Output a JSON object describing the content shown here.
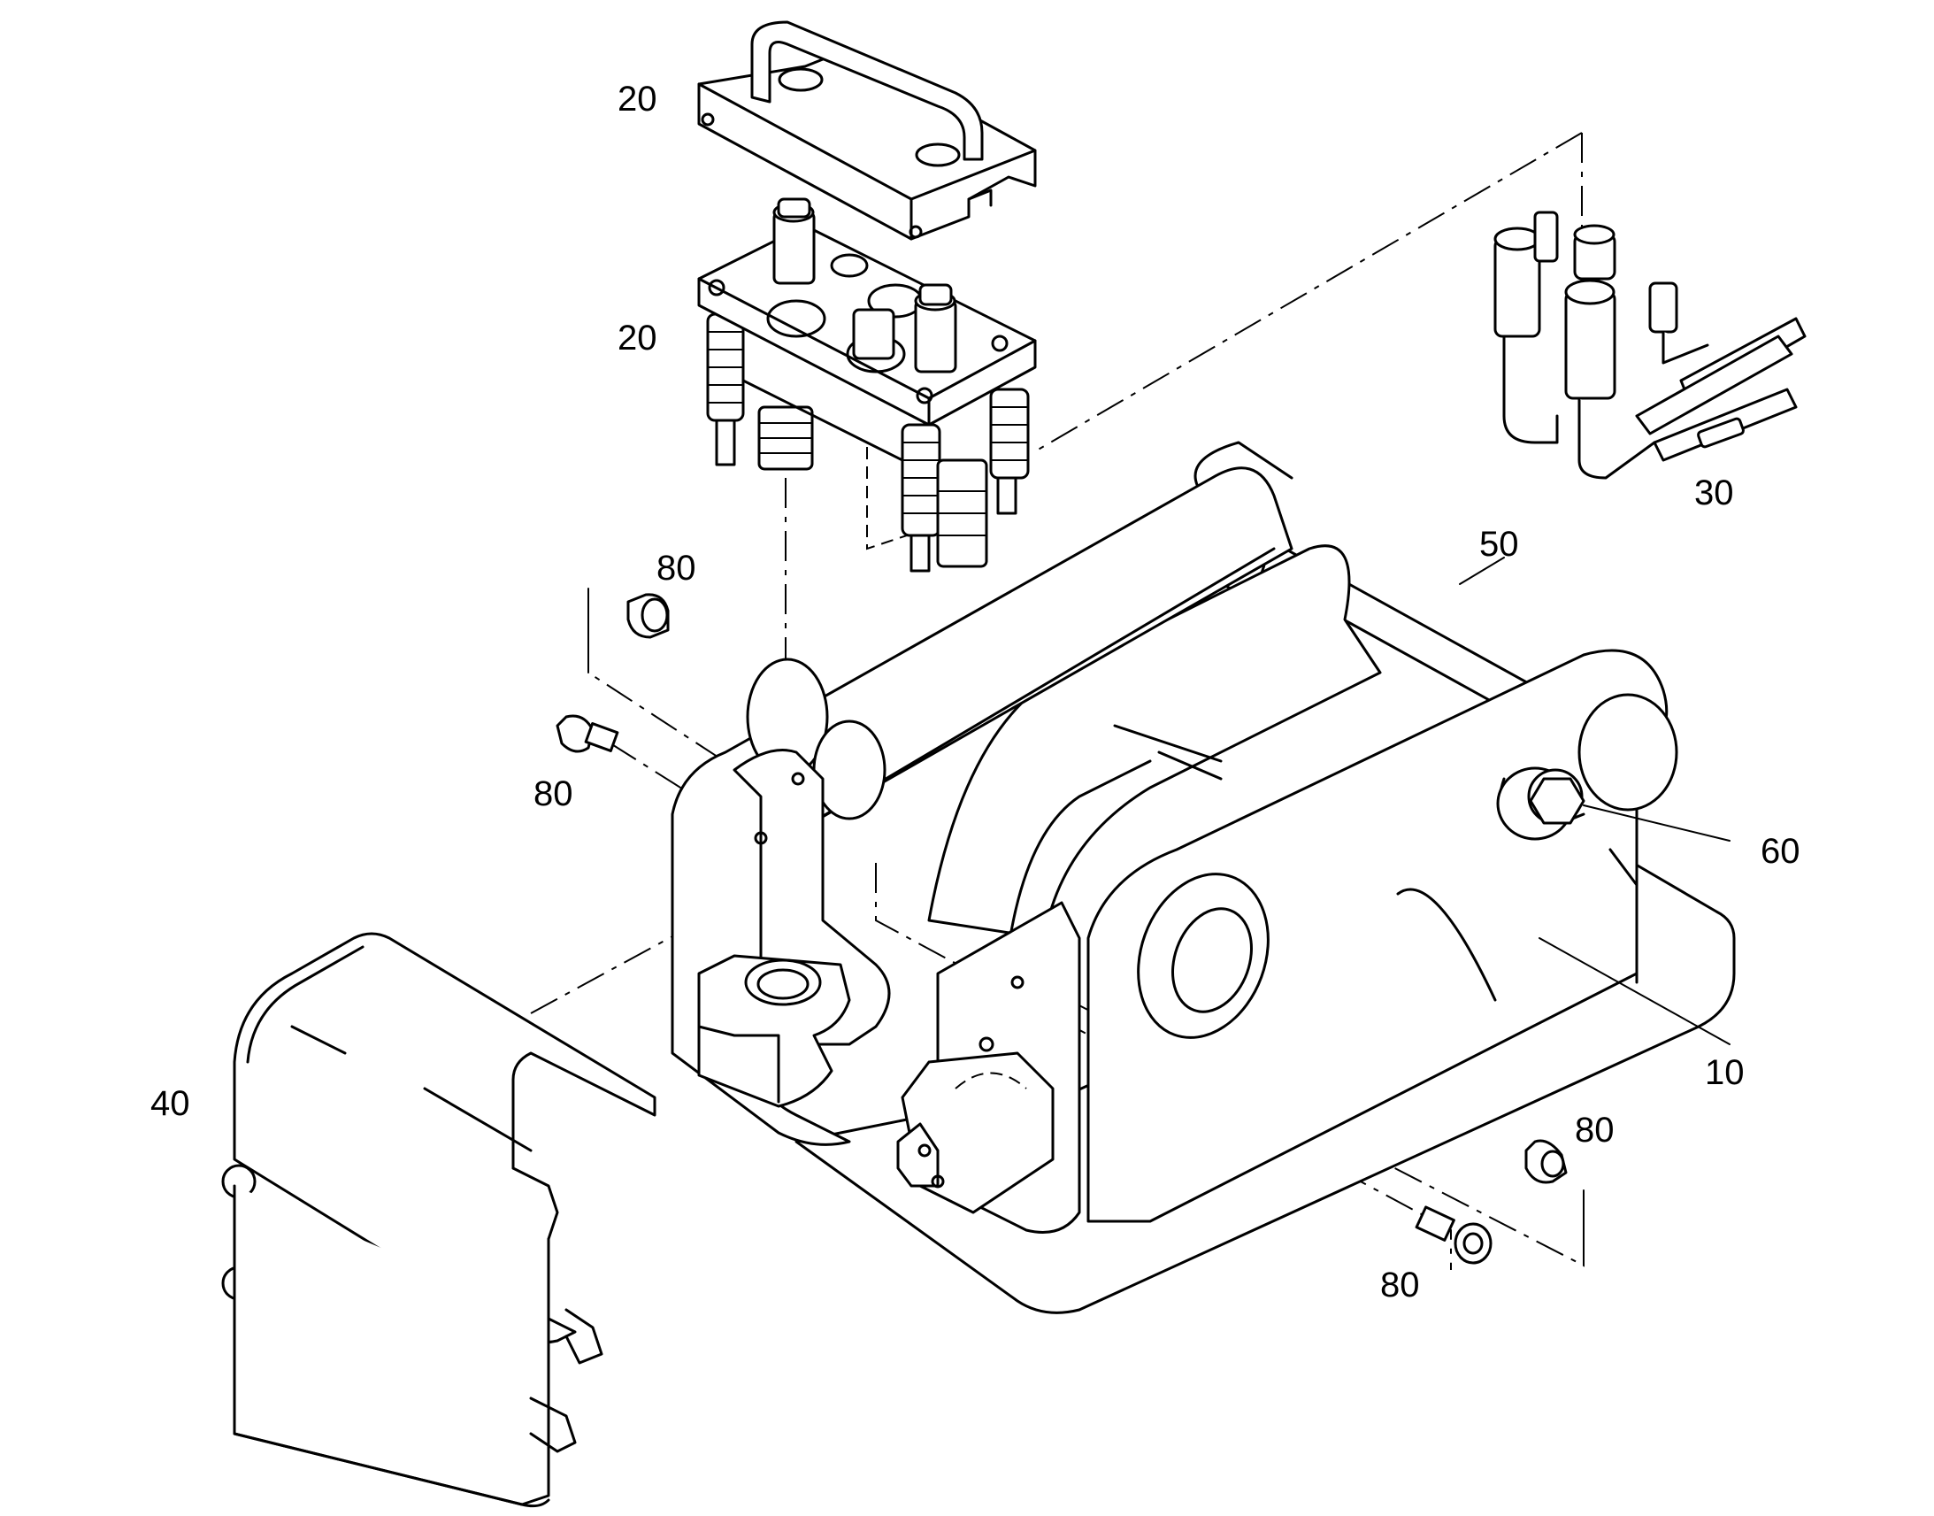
{
  "callouts": [
    {
      "id": "top-plate",
      "label": "20"
    },
    {
      "id": "coupler-block",
      "label": "20"
    },
    {
      "id": "hose-assembly",
      "label": "30"
    },
    {
      "id": "pin",
      "label": "50"
    },
    {
      "id": "nut-upper",
      "label": "80"
    },
    {
      "id": "bolt-left",
      "label": "80"
    },
    {
      "id": "bolt-nut-60",
      "label": "60"
    },
    {
      "id": "body",
      "label": "10"
    },
    {
      "id": "guard",
      "label": "40"
    },
    {
      "id": "nut-lower",
      "label": "80"
    },
    {
      "id": "bolt-lower",
      "label": "80"
    }
  ]
}
